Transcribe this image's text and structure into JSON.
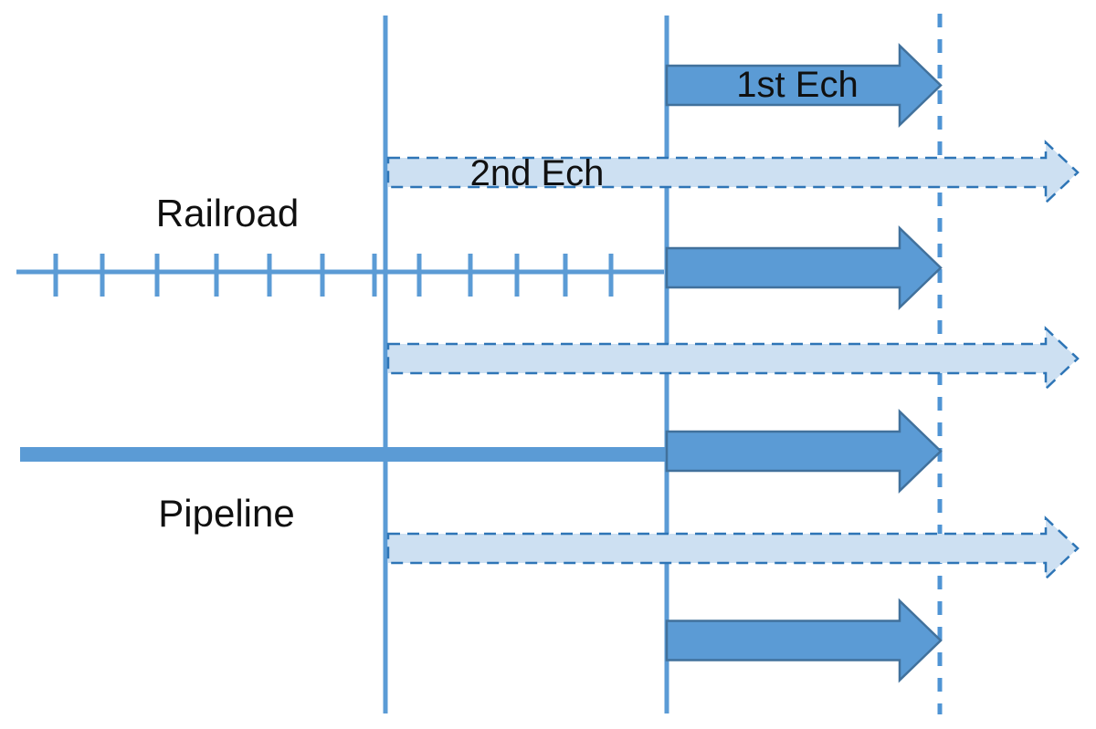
{
  "diagram": {
    "labels": {
      "first_echelon": "1st Ech",
      "second_echelon": "2nd Ech",
      "railroad": "Railroad",
      "pipeline": "Pipeline"
    },
    "colors": {
      "solid_arrow_fill": "#5B9BD5",
      "solid_arrow_border": "#41719C",
      "dashed_arrow_fill": "#CDE0F2",
      "dashed_arrow_border": "#2E75B6",
      "solid_line": "#5B9BD5",
      "dashed_line": "#4F94D4",
      "railroad_track": "#5B9BD5",
      "pipeline_line": "#5B9BD5",
      "text": "#101010",
      "background": "#FFFFFF"
    },
    "vertical_lines": [
      {
        "name": "phase-line-left",
        "style": "solid"
      },
      {
        "name": "phase-line-middle",
        "style": "solid"
      },
      {
        "name": "phase-line-right",
        "style": "dashed"
      }
    ],
    "rows": [
      {
        "type": "solid-arrow",
        "label": "1st Ech",
        "from": "phase-line-middle",
        "to": "phase-line-right"
      },
      {
        "type": "dashed-arrow",
        "label": "2nd Ech",
        "from": "phase-line-left",
        "to": "beyond-right-edge"
      },
      {
        "type": "railroad-track-then-solid-arrow",
        "label": "Railroad",
        "from": "left-edge",
        "arrow_from": "phase-line-middle",
        "to": "phase-line-right"
      },
      {
        "type": "dashed-arrow",
        "label": "",
        "from": "phase-line-left",
        "to": "beyond-right-edge"
      },
      {
        "type": "pipeline-then-solid-arrow",
        "label": "Pipeline",
        "from": "left-edge",
        "arrow_from": "phase-line-middle",
        "to": "phase-line-right"
      },
      {
        "type": "dashed-arrow",
        "label": "",
        "from": "phase-line-left",
        "to": "beyond-right-edge"
      },
      {
        "type": "solid-arrow",
        "label": "",
        "from": "phase-line-middle",
        "to": "phase-line-right"
      }
    ]
  }
}
